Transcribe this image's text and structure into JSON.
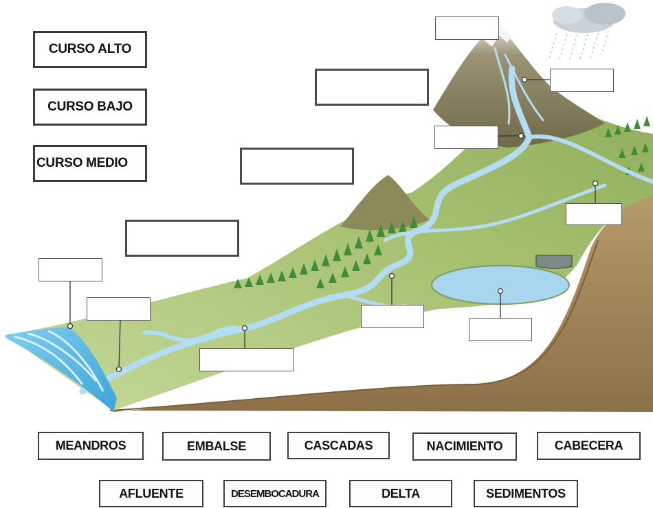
{
  "course_labels": [
    "CURSO ALTO",
    "CURSO BAJO",
    "CURSO MEDIO"
  ],
  "word_bank_row1": [
    "MEANDROS",
    "EMBALSE",
    "CASCADAS",
    "NACIMIENTO",
    "CABECERA"
  ],
  "word_bank_row2": [
    "AFLUENTE",
    "DESEMBOCADURA",
    "DELTA",
    "SEDIMENTOS"
  ],
  "colors": {
    "ground": "#a88a5f",
    "grass": "#a9c277",
    "water": "#a9d6ef",
    "sea": "#4fb3de",
    "forest": "#3f8c3a",
    "mountain": "#7f7752",
    "box_border": "#4a4a4a"
  }
}
